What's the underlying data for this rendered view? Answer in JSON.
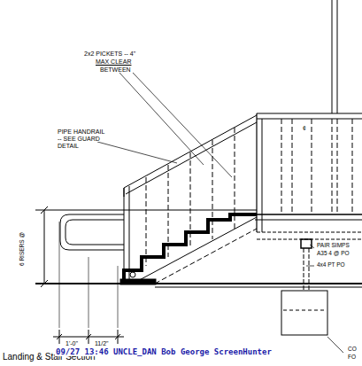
{
  "diagram": {
    "title": "Landing & Stair Section",
    "labels": [
      "2x2 PICKETS -- 4\"",
      "MAX CLEAR",
      "BETWEEN",
      "PIPE HANDRAIL",
      "-- SEE GUARD",
      "DETAIL",
      "PAIR SIMPS",
      "A35 4 @ PO",
      "4x4 PT PO",
      "CO",
      "FO",
      "6 RISERS @",
      "1'-0\"",
      "11/2\"",
      "09/27  13:46  UNCLE_DAN  Bob George  ScreenHunter",
      "¢"
    ]
  }
}
